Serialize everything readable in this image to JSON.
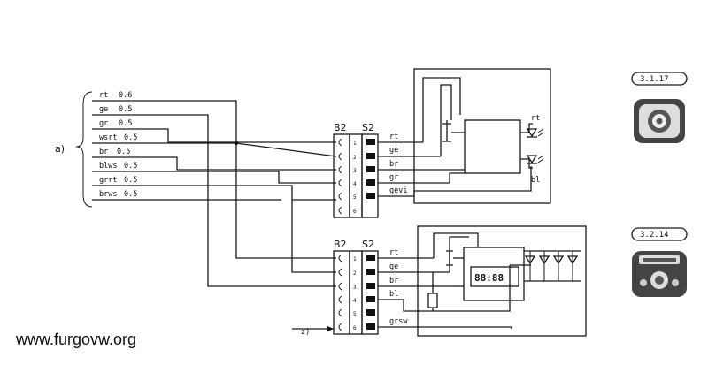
{
  "group_label": "a)",
  "wires": [
    {
      "name": "rt",
      "size": "0.6"
    },
    {
      "name": "ge",
      "size": "0.5"
    },
    {
      "name": "gr",
      "size": "0.5"
    },
    {
      "name": "wsrt",
      "size": "0.5"
    },
    {
      "name": "br",
      "size": "0.5"
    },
    {
      "name": "blws",
      "size": "0.5"
    },
    {
      "name": "grrt",
      "size": "0.5"
    },
    {
      "name": "brws",
      "size": "0.5"
    }
  ],
  "connector_top": {
    "b_label": "B2",
    "s_label": "S2",
    "pins": [
      "1",
      "2",
      "3",
      "4",
      "5",
      "6"
    ],
    "outputs": [
      "rt",
      "ge",
      "br",
      "gr",
      "gevi"
    ]
  },
  "connector_bottom": {
    "b_label": "B2",
    "s_label": "S2",
    "pins": [
      "1",
      "2",
      "3",
      "4",
      "5",
      "6"
    ],
    "outputs": [
      "rt",
      "ge",
      "br",
      "bl",
      "",
      "grsw"
    ]
  },
  "top_module": {
    "led_labels": [
      "rt",
      "bl"
    ]
  },
  "bottom_module": {
    "display_text": "88:88"
  },
  "side_input": "z)",
  "refs": [
    "3.1.17",
    "3.2.14"
  ],
  "website": "www.furgovw.org"
}
